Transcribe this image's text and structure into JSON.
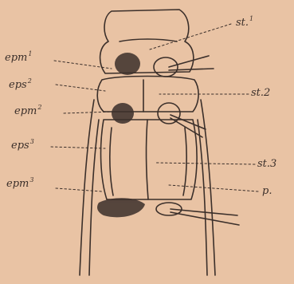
{
  "background": "#e9c3a4",
  "ink": "#3b2f2a",
  "labels": {
    "epm1": {
      "text": "epm",
      "sup": "1"
    },
    "eps2": {
      "text": "eps",
      "sup": "2"
    },
    "epm2": {
      "text": "epm",
      "sup": "2"
    },
    "eps3": {
      "text": "eps",
      "sup": "3"
    },
    "epm3": {
      "text": "epm",
      "sup": "3"
    },
    "st1": {
      "text": "st.",
      "sup": "1"
    },
    "st2": {
      "text": "st.2",
      "sup": ""
    },
    "st3": {
      "text": "st.3",
      "sup": ""
    },
    "p": {
      "text": "p.",
      "sup": ""
    }
  }
}
